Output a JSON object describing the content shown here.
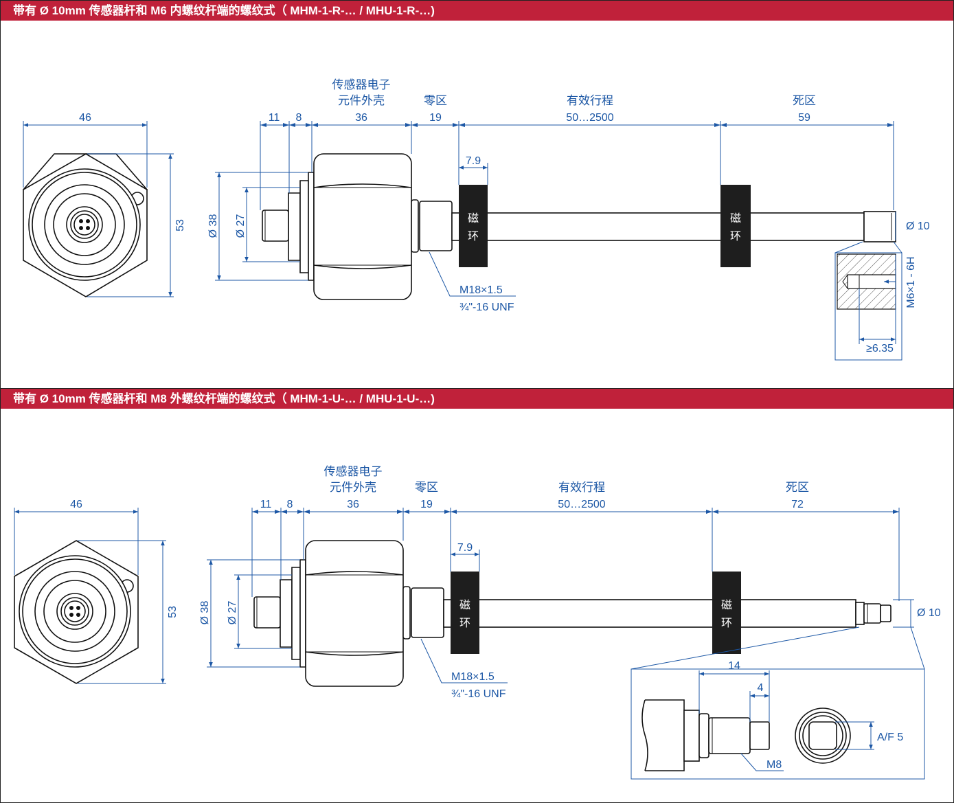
{
  "sections": [
    {
      "title": "带有 Ø 10mm 传感器杆和 M6 内螺纹杆端的螺纹式（ MHM-1-R-… / MHU-1-R-…)",
      "end_view": {
        "width": "46",
        "height": "53"
      },
      "dims": {
        "d11": "11",
        "d8": "8",
        "housing_label_1": "传感器电子",
        "housing_label_2": "元件外壳",
        "housing": "36",
        "null_label": "零区",
        "null": "19",
        "stroke_label": "有效行程",
        "stroke": "50…2500",
        "dead_label": "死区",
        "dead": "59",
        "ring_w": "7.9",
        "d38": "Ø 38",
        "d27": "Ø 27",
        "rod_d": "Ø 10",
        "thread_1": "M18×1.5",
        "thread_2": "¾\"-16 UNF"
      },
      "magnet_label_1": "磁",
      "magnet_label_2": "环",
      "detail": {
        "thread": "M6×1 - 6H",
        "depth": "≥6.35"
      }
    },
    {
      "title": "带有 Ø 10mm 传感器杆和 M8 外螺纹杆端的螺纹式（ MHM-1-U-… / MHU-1-U-…)",
      "end_view": {
        "width": "46",
        "height": "53"
      },
      "dims": {
        "d11": "11",
        "d8": "8",
        "housing_label_1": "传感器电子",
        "housing_label_2": "元件外壳",
        "housing": "36",
        "null_label": "零区",
        "null": "19",
        "stroke_label": "有效行程",
        "stroke": "50…2500",
        "dead_label": "死区",
        "dead": "72",
        "ring_w": "7.9",
        "d38": "Ø 38",
        "d27": "Ø 27",
        "rod_d": "Ø 10",
        "thread_1": "M18×1.5",
        "thread_2": "¾\"-16 UNF"
      },
      "magnet_label_1": "磁",
      "magnet_label_2": "环",
      "detail": {
        "length": "14",
        "tip": "4",
        "thread": "M8",
        "af": "A/F 5"
      }
    }
  ],
  "colors": {
    "header": "#c0213a",
    "dimension": "#1c57a5",
    "magnet": "#1e1e1e"
  }
}
